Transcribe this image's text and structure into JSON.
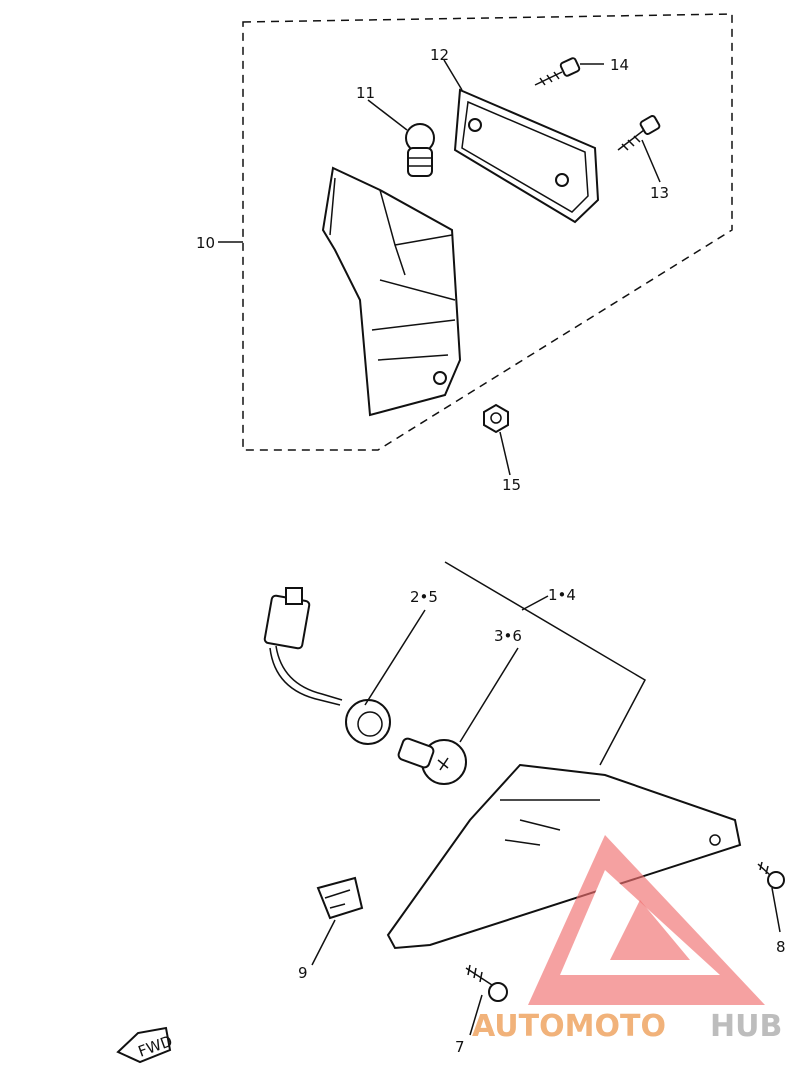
{
  "callouts": {
    "c1": "1•4",
    "c2": "2•5",
    "c3": "3•6",
    "c7": "7",
    "c8": "8",
    "c9": "9",
    "c10": "10",
    "c11": "11",
    "c12": "12",
    "c13": "13",
    "c14": "14",
    "c15": "15"
  },
  "fwd_label": "FWD",
  "watermark": {
    "part1": "AUTOMOTO",
    "part2": "HUB"
  },
  "colors": {
    "watermark_red": "#ef6f6f",
    "watermark_orange": "#f1b27a",
    "watermark_gray": "#bdbdbd",
    "line": "#111111"
  }
}
